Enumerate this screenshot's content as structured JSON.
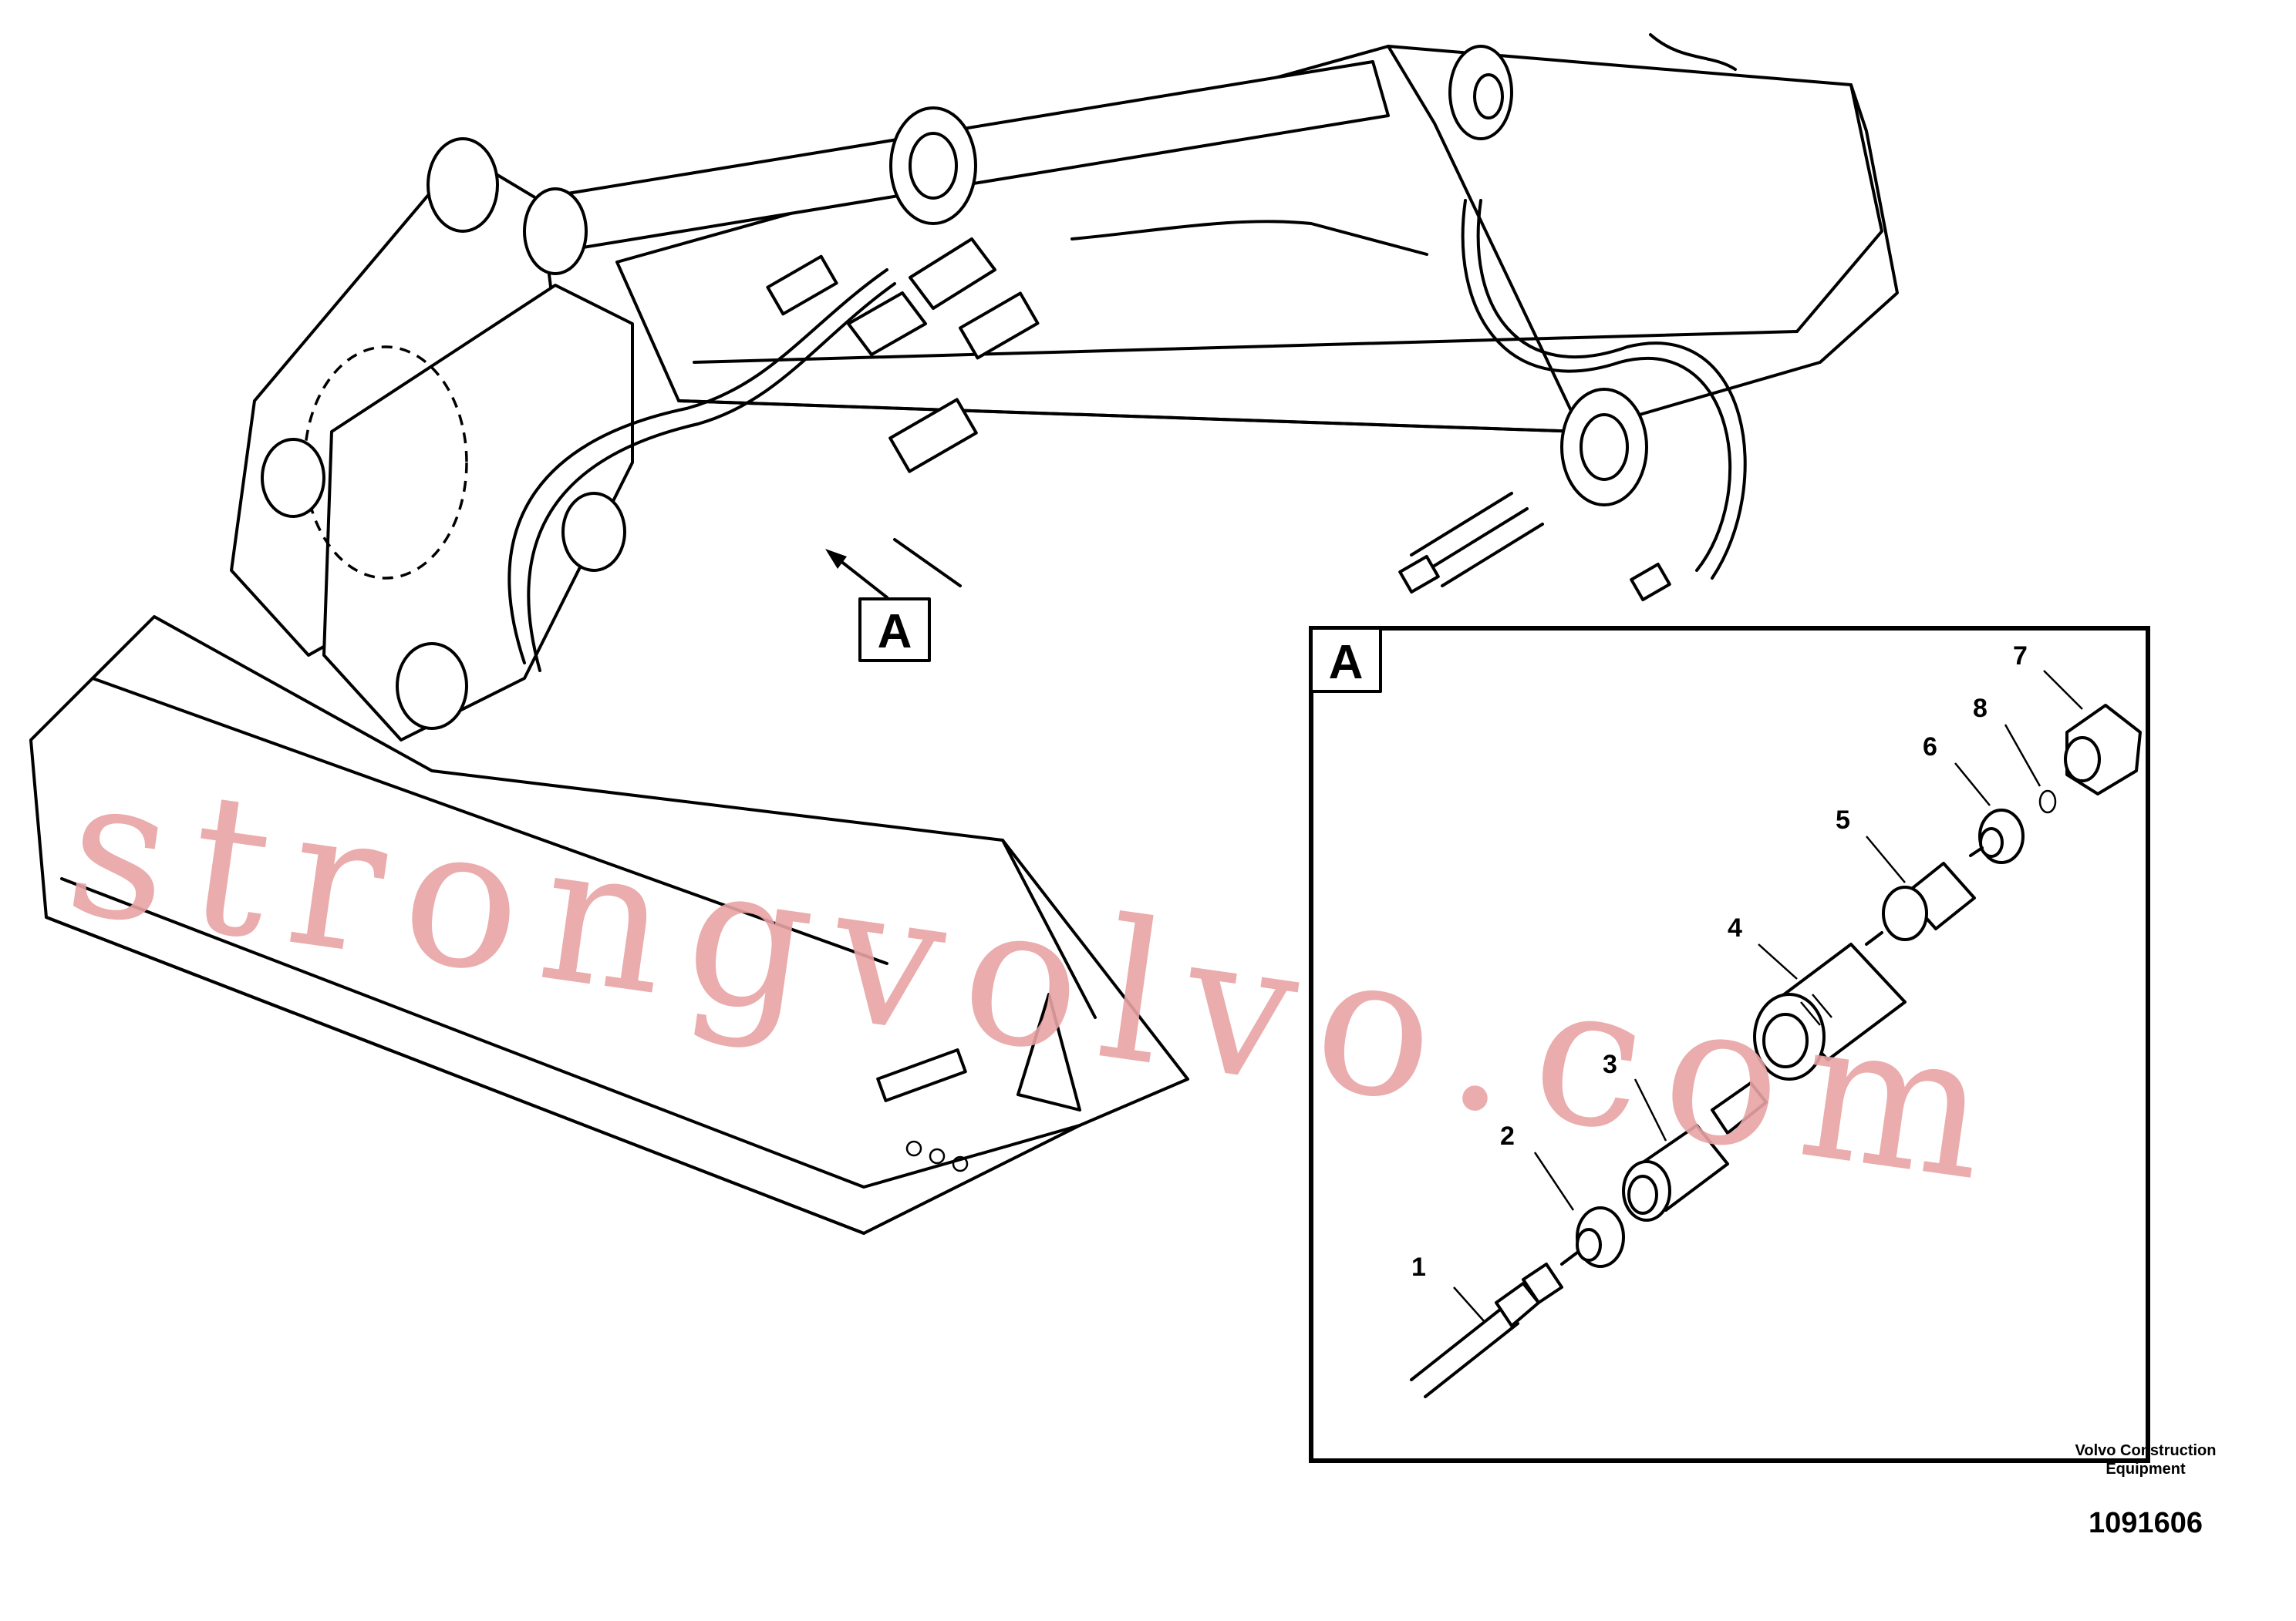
{
  "main_view": {
    "detail_marker": "A"
  },
  "detail_view": {
    "title": "A",
    "callouts": [
      "1",
      "2",
      "3",
      "4",
      "5",
      "6",
      "7",
      "8"
    ]
  },
  "footer": {
    "brand_line1": "Volvo Construction",
    "brand_line2": "Equipment",
    "drawing_number": "1091606"
  },
  "watermark": {
    "text": "strongvolvo.com"
  },
  "colors": {
    "line": "#000000",
    "background": "#ffffff",
    "watermark": "#e8a4a4"
  }
}
